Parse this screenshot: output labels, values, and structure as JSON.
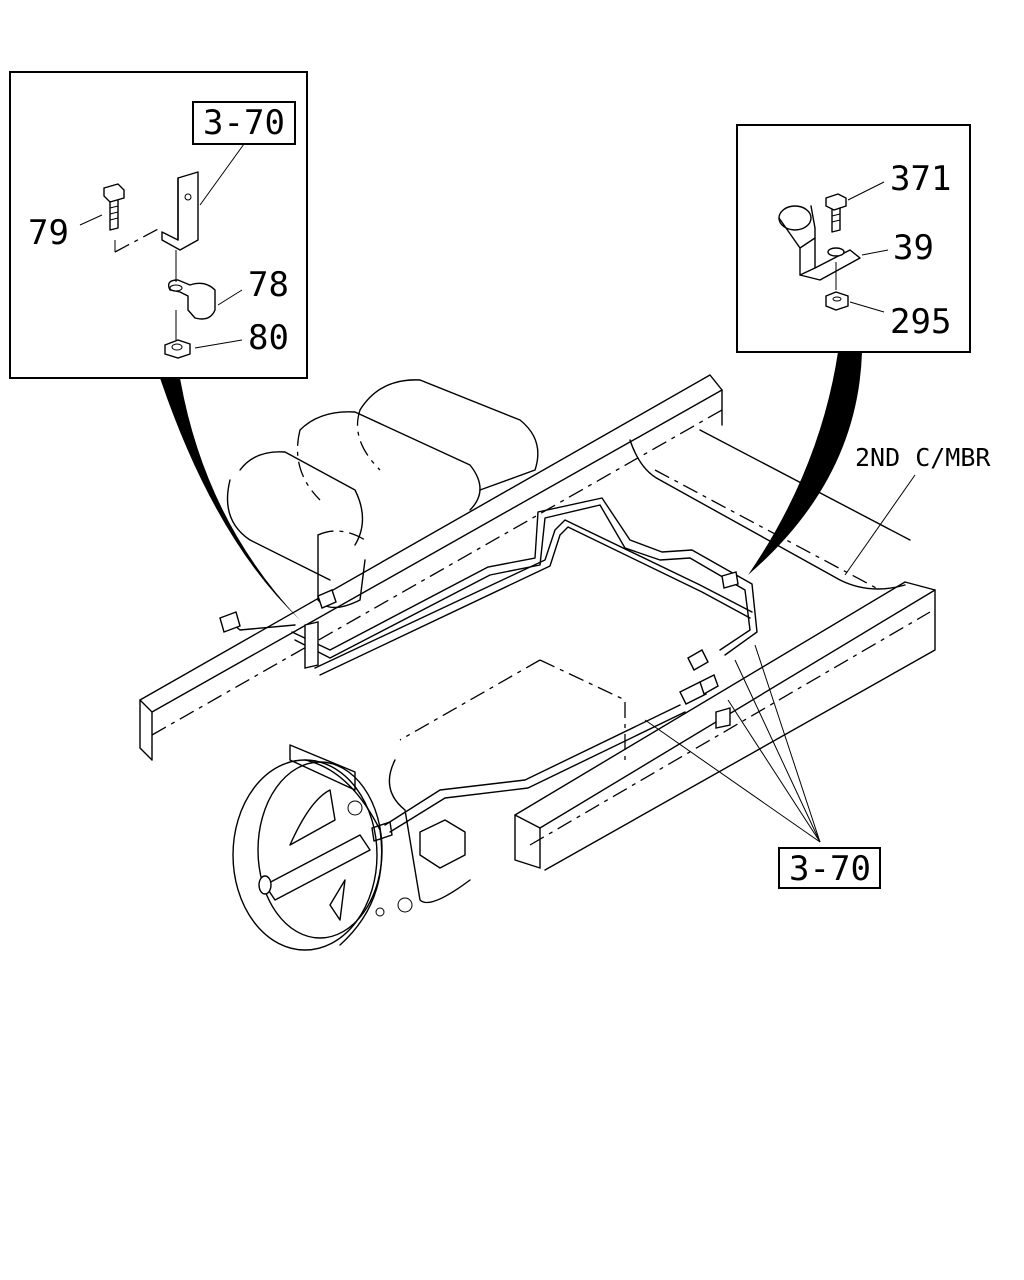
{
  "callouts": {
    "left_box_ref": "3-70",
    "bolt": "79",
    "clip": "78",
    "nut": "80",
    "right_bolt": "371",
    "washer": "39",
    "right_nut": "295",
    "crossmember": "2ND C/MBR",
    "bottom_ref": "3-70"
  }
}
